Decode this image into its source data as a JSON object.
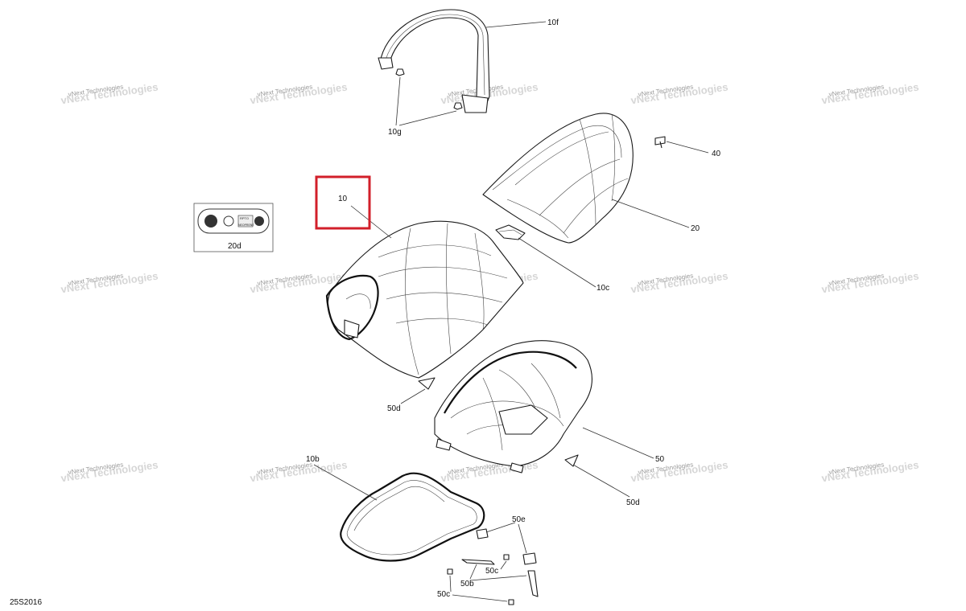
{
  "callouts": {
    "c10f": "10f",
    "c10g": "10g",
    "c40": "40",
    "c20": "20",
    "c10": "10",
    "c20d": "20d",
    "c10c": "10c",
    "c50d_a": "50d",
    "c50": "50",
    "c50d_b": "50d",
    "c10b": "10b",
    "c50e": "50e",
    "c50c_a": "50c",
    "c50b": "50b",
    "c50c_b": "50c"
  },
  "diagram_code": "25S2016",
  "watermark": {
    "line1": "vNext Technologies",
    "line2": "vNext Technologies"
  },
  "decal": {
    "brand": "RPTO",
    "word": "NEOPRENE"
  },
  "colors": {
    "highlight": "#d21f2a",
    "line": "#1a1a1a",
    "watermark": "#c8c8c8"
  }
}
